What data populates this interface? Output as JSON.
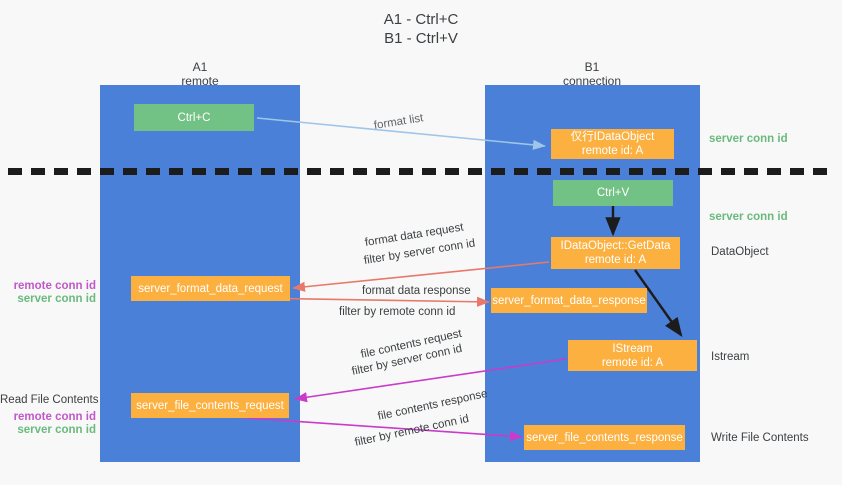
{
  "title": {
    "line1": "A1 - Ctrl+C",
    "line2": "B1 - Ctrl+V"
  },
  "columns": [
    {
      "name": "A1",
      "sub": "remote"
    },
    {
      "name": "B1",
      "sub": "connection"
    }
  ],
  "colors": {
    "lane": "#4a80d8",
    "green_box": "#73c285",
    "orange_box": "#fbb040",
    "server_conn_id": "#6aba7e",
    "remote_conn_id": "#c158c9",
    "arrow_format_list": "#9fc5e8",
    "arrow_format_data": "#e8796a",
    "arrow_file_contents": "#c93bc9",
    "arrow_internal": "#1c1c1c",
    "divider": "#1c1c1c",
    "background": "#f8f8f8"
  },
  "boxes": {
    "ctrl_c": {
      "label": "Ctrl+C"
    },
    "idataobject": {
      "line1": "仅行IDataObject",
      "line2": "remote id: A"
    },
    "ctrl_v": {
      "label": "Ctrl+V"
    },
    "getdata": {
      "line1": "IDataObject::GetData",
      "line2": "remote id: A"
    },
    "format_data_request": {
      "label": "server_format_data_request"
    },
    "format_data_response": {
      "label": "server_format_data_response"
    },
    "istream": {
      "line1": "IStream",
      "line2": "remote id: A"
    },
    "file_contents_request": {
      "label": "server_file_contents_request"
    },
    "file_contents_response": {
      "label": "server_file_contents_response"
    }
  },
  "edge_labels": {
    "format_list": "format list",
    "format_data_request": "format data request",
    "format_data_request_filter_prefix": "filter by ",
    "format_data_request_filter_key": "server conn id",
    "format_data_response": "format data response",
    "format_data_response_filter_prefix": "filter by ",
    "format_data_response_filter_key": "remote conn id",
    "file_contents_request": "file contents request",
    "file_contents_request_filter_prefix": "filter by ",
    "file_contents_request_filter_key": "server conn id",
    "file_contents_response": "file contents response",
    "file_contents_response_filter_prefix": "filter by ",
    "file_contents_response_filter_key": "remote conn id"
  },
  "right_labels": {
    "server_conn_id_top": "server conn id",
    "server_conn_id_mid": "server conn id",
    "dataobject": "DataObject",
    "istream": "Istream",
    "write_file_contents": "Write File Contents"
  },
  "left_labels": {
    "remote_conn_id_1": "remote conn id",
    "server_conn_id_1": "server conn id",
    "read_file_contents": "Read File Contents",
    "remote_conn_id_2": "remote conn id",
    "server_conn_id_2": "server conn id"
  }
}
